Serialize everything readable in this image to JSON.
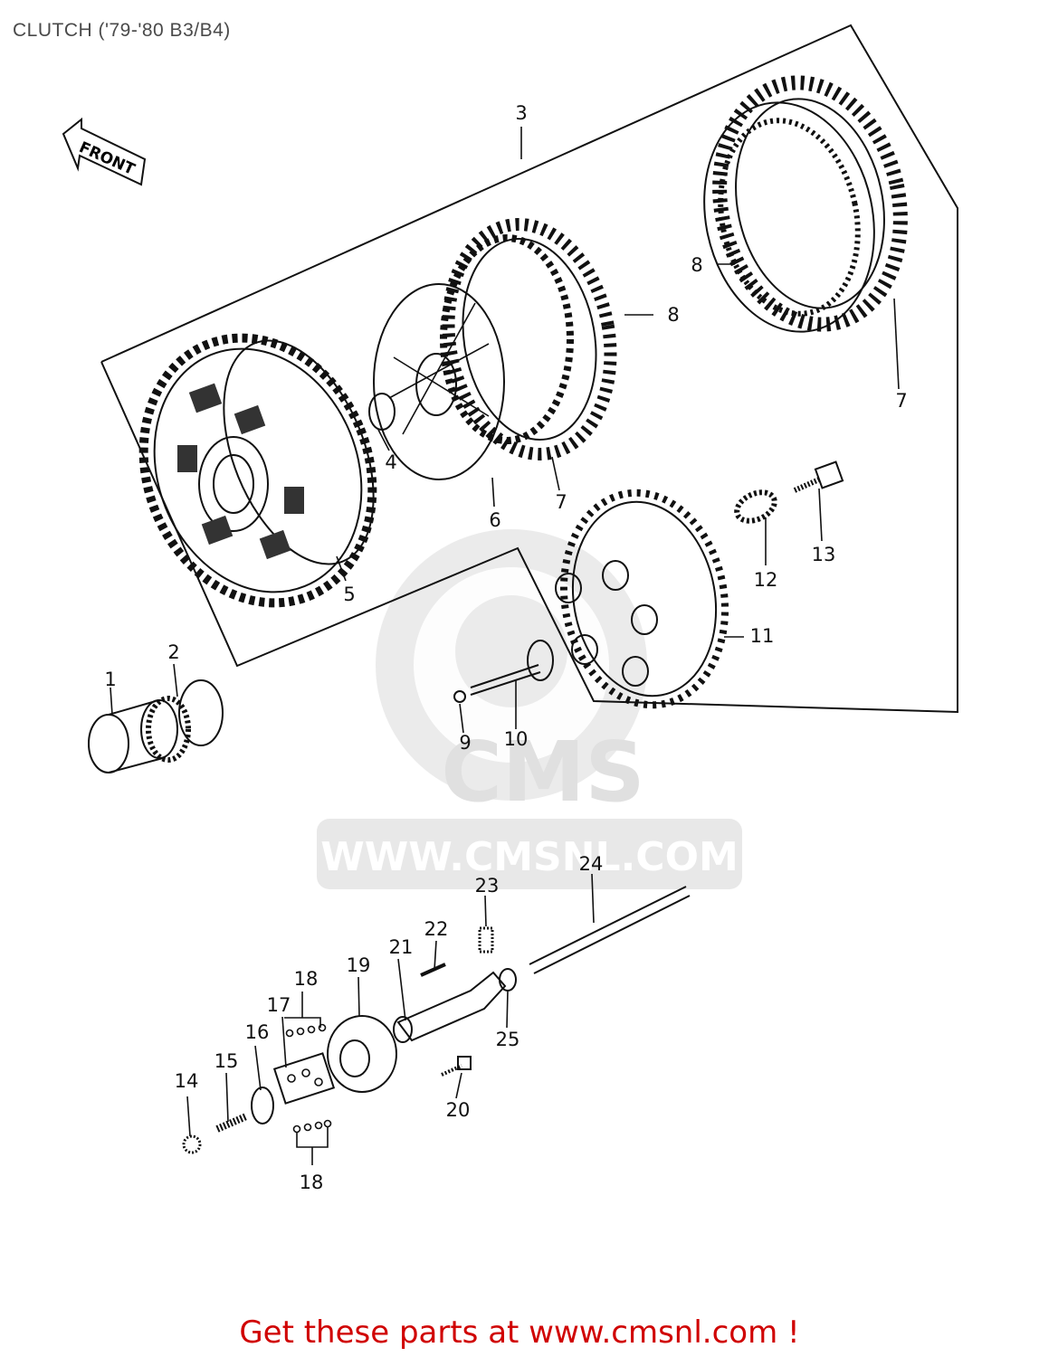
{
  "page": {
    "title": "CLUTCH ('79-'80 B3/B4)",
    "promo": "Get these parts at www.cmsnl.com !"
  },
  "watermark": {
    "brand": "CMS",
    "site": "WWW.CMSNL.COM"
  },
  "front_arrow": {
    "label": "FRONT"
  },
  "callouts": [
    "1",
    "2",
    "3",
    "4",
    "5",
    "6",
    "7",
    "7",
    "8",
    "8",
    "9",
    "10",
    "11",
    "12",
    "13",
    "14",
    "15",
    "16",
    "17",
    "18",
    "18",
    "19",
    "20",
    "21",
    "22",
    "23",
    "24",
    "25"
  ],
  "colors": {
    "title": "#4a4a4a",
    "promo": "#d00000",
    "line_art": "#111111",
    "watermark": "#e4e4e4"
  }
}
